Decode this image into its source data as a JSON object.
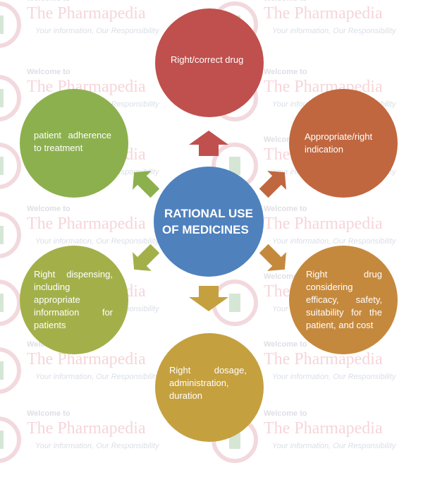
{
  "watermark": {
    "welcome": "Welcome to",
    "brand": "The Pharmapedia",
    "tagline": "Your information, Our Responsibility"
  },
  "diagram": {
    "center": {
      "label": "RATIONAL USE OF MEDICINES",
      "color": "#4f81bd"
    },
    "nodes": [
      {
        "id": "top",
        "label": "Right/correct drug",
        "color": "#c0504d"
      },
      {
        "id": "top-right",
        "label": "Appropriate/right indication",
        "color": "#c0673f"
      },
      {
        "id": "bottom-right",
        "label": "Right drug considering efficacy, safety, suitability for the patient, and cost",
        "color": "#c5893d"
      },
      {
        "id": "bottom",
        "label": "Right dosage, administration, duration",
        "color": "#c5a03f"
      },
      {
        "id": "bottom-left",
        "label": "Right dispensing, including appropriate information for patients",
        "color": "#a3b04a"
      },
      {
        "id": "top-left",
        "label": "patient adherence to treatment",
        "color": "#8cb04e"
      }
    ]
  }
}
